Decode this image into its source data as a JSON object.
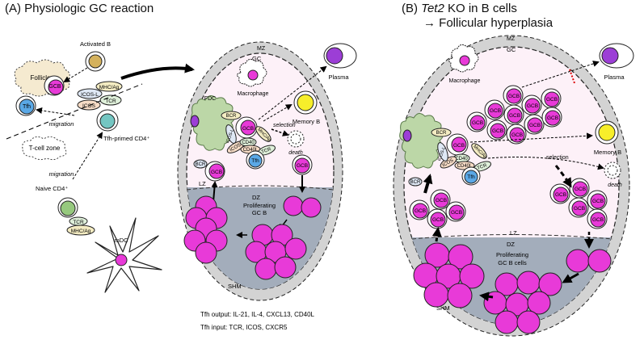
{
  "panel_a": {
    "title": "(A) Physiologic GC reaction",
    "follicle": "Follicle",
    "activated_b": "Activated B",
    "gcb": "GCB",
    "tfh": "Tfh",
    "icosl": "ICOS-L",
    "mhc_ag": "MHC/Ag",
    "icos": "ICOS",
    "tcr": "TCR",
    "migration": "migration",
    "tfh_primed": "Tfh-primed CD4⁺",
    "t_cell_zone": "T-cell zone",
    "naive_cd4": "Naive CD4⁺",
    "mdc": "mDC",
    "mz": "MZ",
    "gc": "GC",
    "macrophage": "Macrophage",
    "plasma": "Plasma",
    "fdc": "FDC",
    "bcr": "BCR",
    "cd40": "CD40",
    "cd40l": "CD40L",
    "selection": "selection",
    "memory_b": "Memory B",
    "death": "death",
    "lz": "LZ",
    "dz": "DZ",
    "proliferating_line1": "Proliferating",
    "proliferating_line2": "GC B",
    "shm": "SHM",
    "tfh_output": "Tfh output: IL-21, IL-4, CXCL13, CD40L",
    "tfh_input": "Tfh input: TCR, ICOS, CXCR5"
  },
  "panel_b": {
    "title_prefix": "(B) ",
    "title_gene": "Tet2",
    "title_suffix": " KO in B cells",
    "subtitle": "→ Follicular hyperplasia",
    "mz": "MZ",
    "gc": "GC",
    "macrophage": "Macrophage",
    "plasma": "Plasma",
    "gcb": "GCB",
    "bcr": "BCR",
    "mhc_ag": "MHC/Ag",
    "cd40": "CD40",
    "cd40l": "CD40L",
    "icos": "ICOS",
    "icosl": "ICOS-L",
    "tcr": "TCR",
    "tfh": "Tfh",
    "selection": "selection",
    "memory_b": "Memory B",
    "death": "death",
    "lz": "LZ",
    "dz": "DZ",
    "proliferating_line1": "Proliferating",
    "proliferating_line2": "GC B cells",
    "shm": "SHM"
  },
  "colors": {
    "gc_fill": "#fdf1f8",
    "mz_fill": "#d3d3d3",
    "dz_fill": "#a3adbb",
    "gcb_magenta": "#e83ad8",
    "tfh_blue": "#5aa8e6",
    "fdc_green": "#bcd7a7",
    "activated_b": "#d4b15c",
    "tfh_primed": "#74c6c2",
    "naive": "#96c97e",
    "plasma_purple": "#9c3ed6",
    "memory_yellow": "#f7ee2a"
  }
}
